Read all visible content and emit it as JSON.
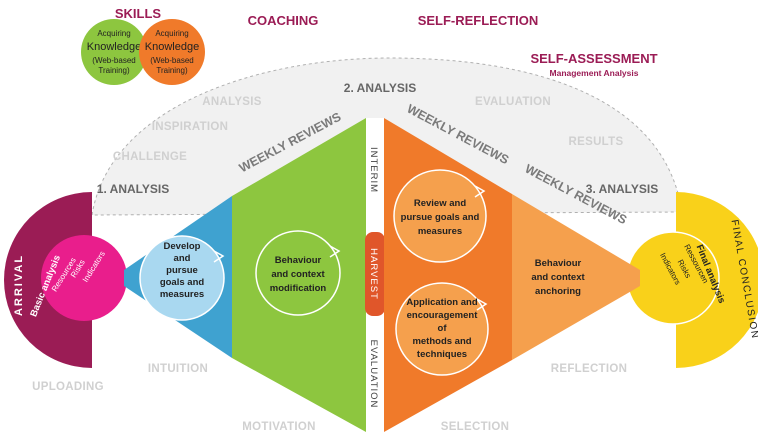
{
  "headers": {
    "skills": "SKILLS",
    "coaching": "COACHING",
    "self_reflection": "SELF-REFLECTION",
    "self_assessment": "SELF-ASSESSMENT",
    "management_analysis": "Management Analysis"
  },
  "skills_bubbles": [
    {
      "line1": "Acquiring",
      "line2": "Knowledge",
      "line3": "(Web-based",
      "line4": "Training)"
    },
    {
      "line1": "Acquiring",
      "line2": "Knowledge",
      "line3": "(Web-based",
      "line4": "Training)"
    }
  ],
  "ghost_labels": {
    "analysis": "ANALYSIS",
    "inspiration": "INSPIRATION",
    "challenge": "CHALLENGE",
    "evaluation": "EVALUATION",
    "results": "RESULTS",
    "intuition": "INTUITION",
    "uploading": "UPLOADING",
    "motivation": "MOTIVATION",
    "selection": "SELECTION",
    "reflection": "REFLECTION"
  },
  "stages": {
    "analysis1": "1. ANALYSIS",
    "analysis2": "2. ANALYSIS",
    "analysis3": "3. ANALYSIS"
  },
  "weekly_reviews": [
    "WEEKLY REVIEWS",
    "WEEKLY REVIEWS",
    "WEEKLY REVIEWS"
  ],
  "center_column": {
    "interim": "INTERIM",
    "harvest": "HARVEST",
    "evaluation": "EVALUATION"
  },
  "arrival": {
    "title": "ARRIVAL",
    "basic_analysis": "Basic analysis",
    "items": [
      "Resources",
      "Risks",
      "Indicators"
    ]
  },
  "final_conclusion": {
    "title": "FINAL CONCLUSION",
    "final_analysis": "Final analysis",
    "items": [
      "Ressourcen",
      "Risks",
      "Indicators"
    ]
  },
  "circles": {
    "develop": [
      "Develop",
      "and",
      "pursue",
      "goals and",
      "measures"
    ],
    "behaviour_mod": [
      "Behaviour",
      "and context",
      "modification"
    ],
    "review": [
      "Review and",
      "pursue goals and",
      "measures"
    ],
    "application": [
      "Application and",
      "encouragement",
      "of",
      "methods and",
      "techniques"
    ],
    "behaviour_anch": [
      "Behaviour",
      "and context",
      "anchoring"
    ]
  },
  "colors": {
    "plum": "#9b1c55",
    "magenta": "#e91e8c",
    "blue": "#3fa2d0",
    "light_blue": "#a9d8f0",
    "green": "#8dc63f",
    "orange": "#f07a2a",
    "light_orange": "#f5a04d",
    "yellow": "#f9d11a",
    "red_orange": "#e0562a"
  }
}
